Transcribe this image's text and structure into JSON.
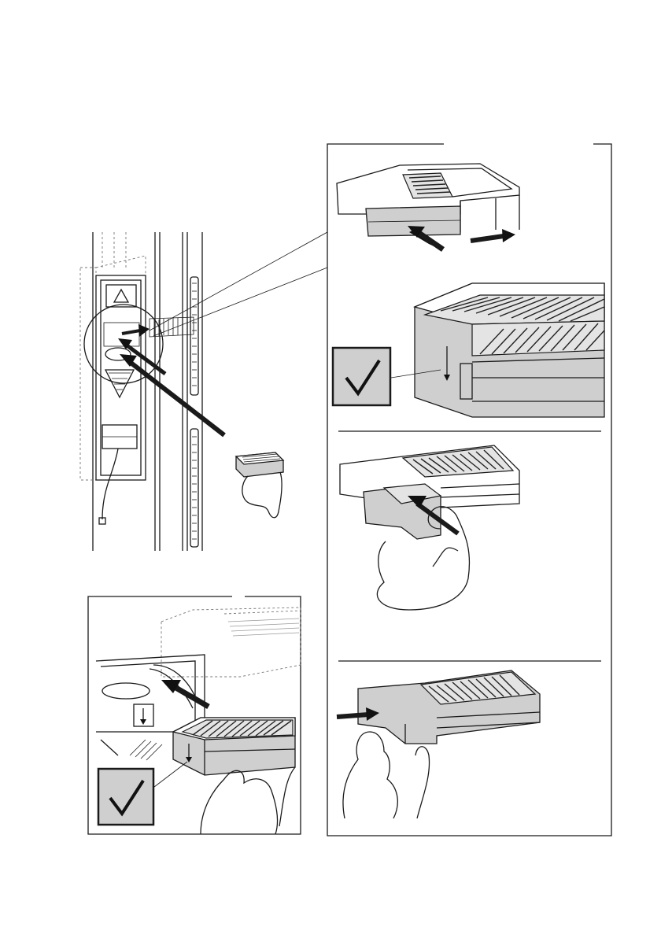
{
  "document": {
    "type": "installation-instruction-illustration",
    "text": []
  },
  "panels": [
    {
      "name": "overview-appliance-filter-location"
    },
    {
      "name": "filter-assembly-step-1"
    },
    {
      "name": "filter-assembly-step-2-orientation-check"
    },
    {
      "name": "filter-assembly-step-3"
    },
    {
      "name": "filter-assembly-step-4"
    },
    {
      "name": "filter-insertion-check"
    }
  ],
  "colors": {
    "line": "#1a1a1a",
    "filter_gray": "#cfcfcf",
    "background": "#ffffff"
  },
  "icons": [
    "checkmark-icon",
    "warning-triangle-icon",
    "push-arrow-icon",
    "hand-icon",
    "grille-filter-icon"
  ]
}
